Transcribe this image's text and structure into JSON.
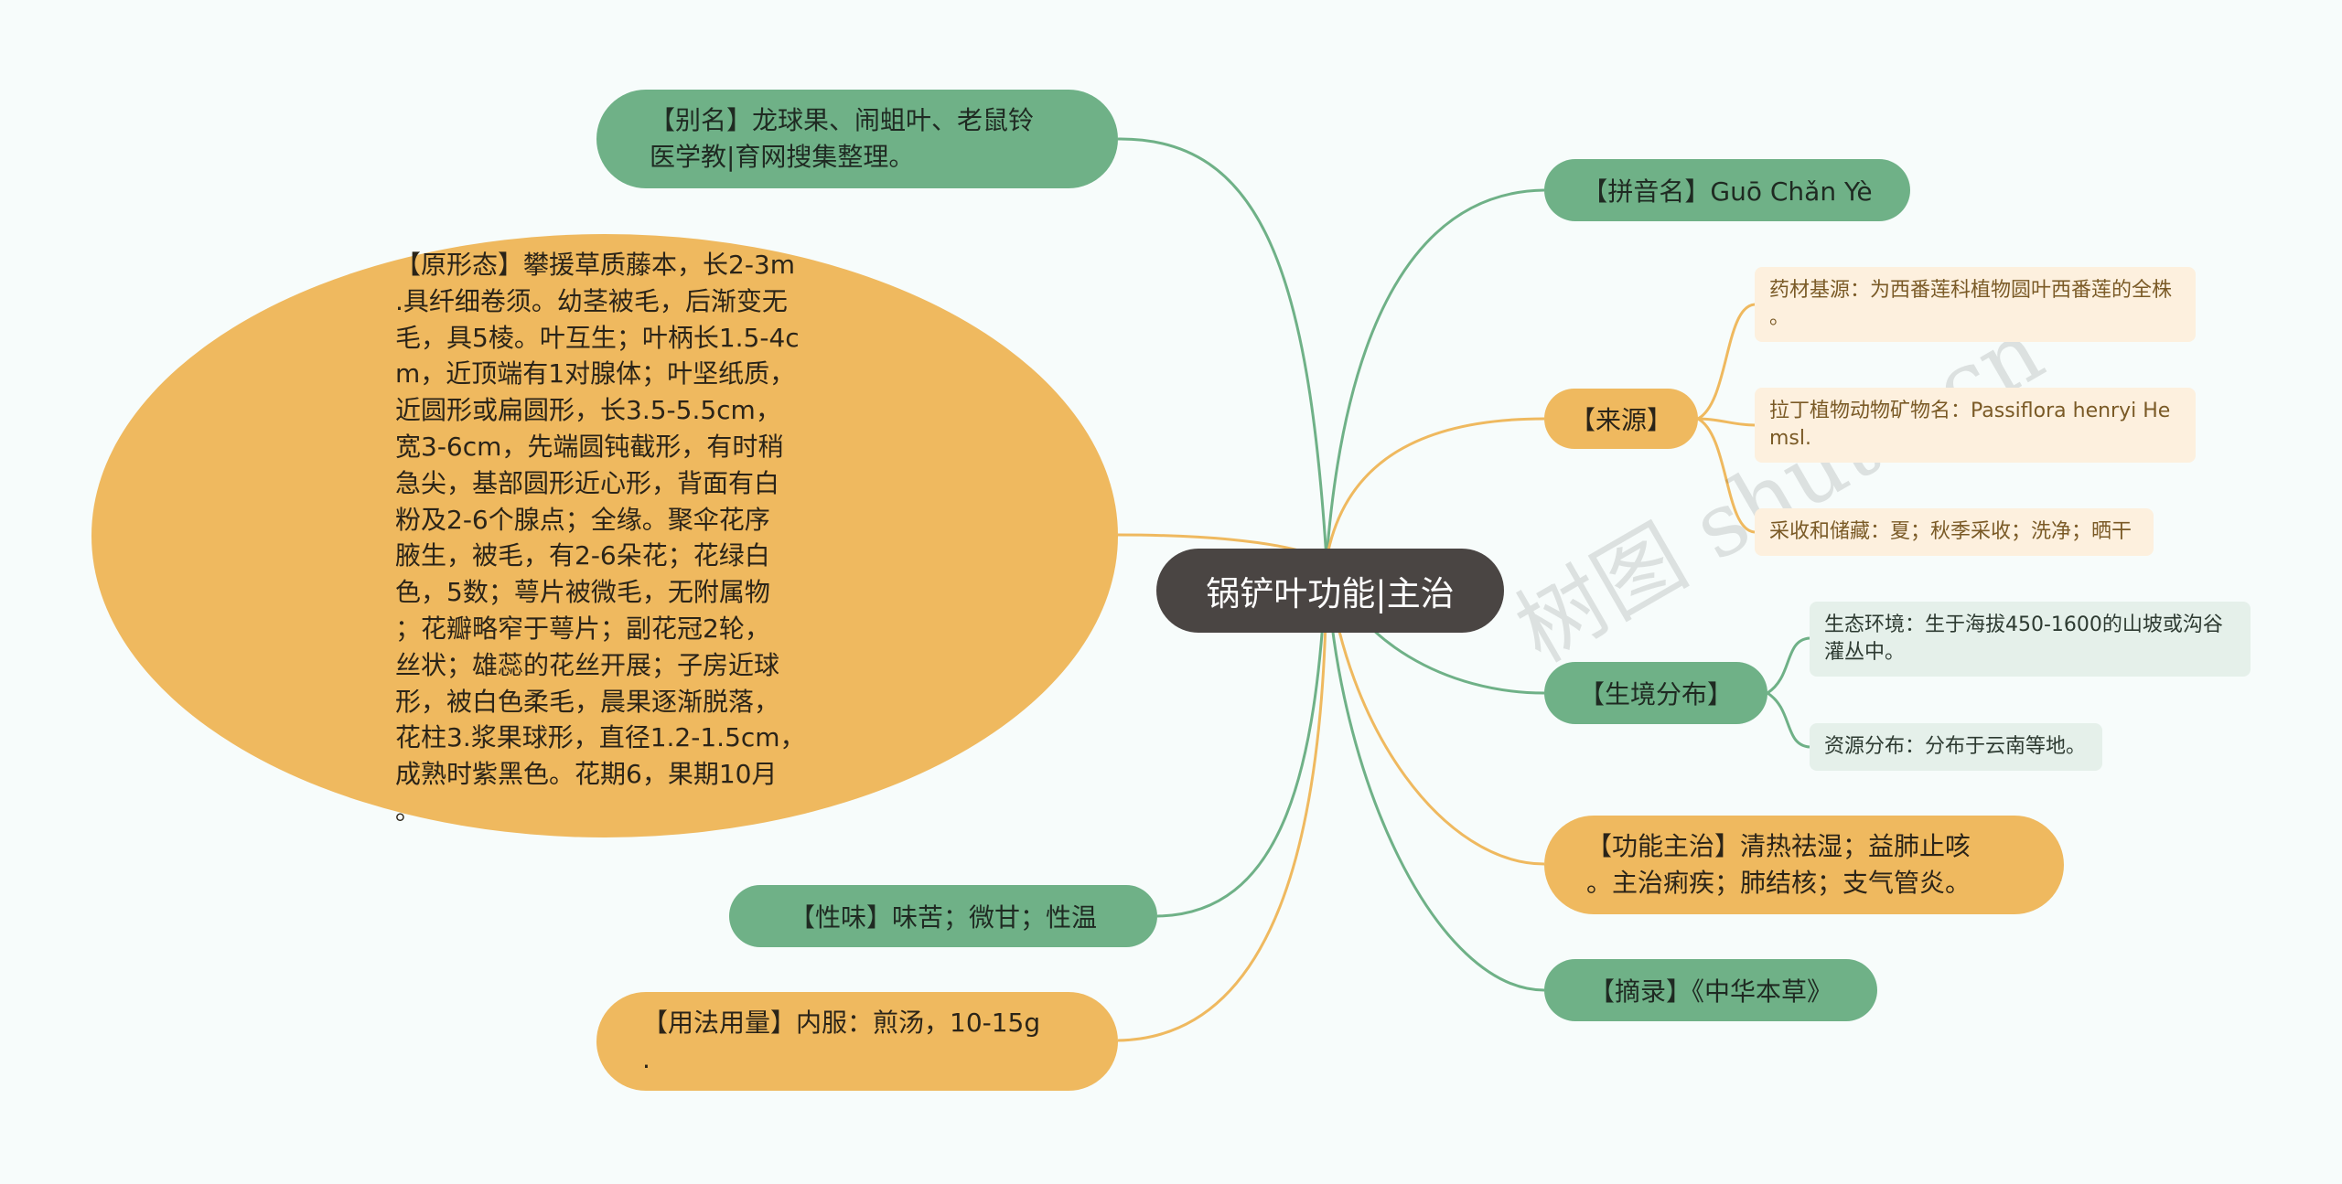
{
  "center": {
    "title": "锅铲叶功能|主治"
  },
  "left": {
    "alias": "【别名】龙球果、闹蛆叶、老鼠铃\n医学教|育网搜集整理。",
    "morphology": "【原形态】攀援草质藤本，长2-3m\n.具纤细卷须。幼茎被毛，后渐变无\n毛，具5棱。叶互生；叶柄长1.5-4c\nm，近顶端有1对腺体；叶坚纸质，\n近圆形或扁圆形，长3.5-5.5cm，\n宽3-6cm，先端圆钝截形，有时稍\n急尖，基部圆形近心形，背面有白\n粉及2-6个腺点；全缘。聚伞花序\n腋生，被毛，有2-6朵花；花绿白\n色，5数；萼片被微毛，无附属物\n；花瓣略窄于萼片；副花冠2轮，\n丝状；雄蕊的花丝开展；子房近球\n形，被白色柔毛，晨果逐渐脱落，\n花柱3.浆果球形，直径1.2-1.5cm，\n成熟时紫黑色。花期6，果期10月\n。",
    "taste": "【性味】味苦；微甘；性温",
    "dosage": "【用法用量】内服：煎汤，10-15g\n."
  },
  "right": {
    "pinyin": "【拼音名】Guō Chǎn Yè",
    "source": {
      "label": "【来源】",
      "items": [
        "药材基源：为西番莲科植物圆叶西番莲的全株\n。",
        "拉丁植物动物矿物名：Passiflora henryi He\nmsl.",
        "采收和储藏：夏；秋季采收；洗净；晒干"
      ]
    },
    "habitat": {
      "label": "【生境分布】",
      "items": [
        "生态环境：生于海拔450-1600的山坡或沟谷\n灌丛中。",
        "资源分布：分布于云南等地。"
      ]
    },
    "function": "【功能主治】清热祛湿；益肺止咳\n。主治痢疾；肺结核；支气管炎。",
    "excerpt": "【摘录】《中华本草》"
  },
  "watermarks": [
    "树图 shutu.cn",
    "树图 shutu.cn"
  ],
  "colors": {
    "green": "#6fb187",
    "orange": "#efb95f",
    "center": "#4a4543"
  }
}
